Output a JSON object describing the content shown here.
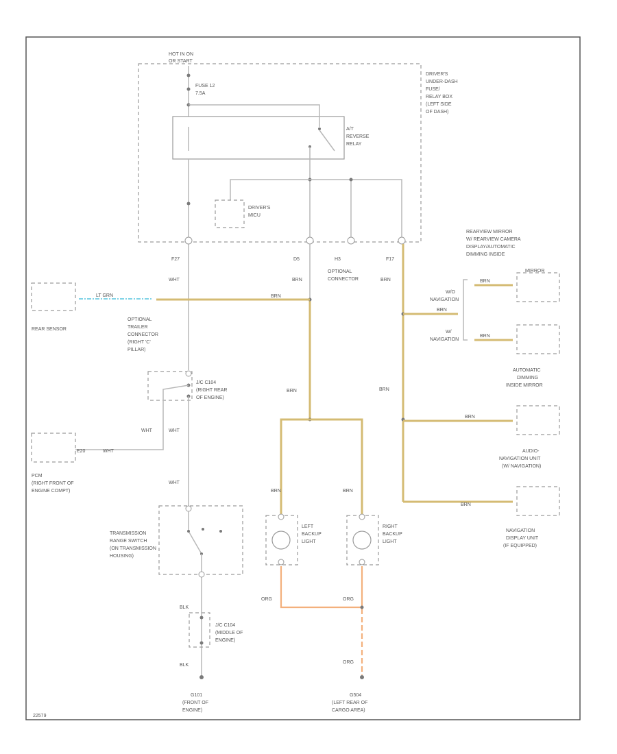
{
  "labels": {
    "hot_in": "HOT IN ON",
    "or_start": "OR START",
    "fuse": "FUSE 12",
    "fuse_amp": "7.5A",
    "underdash_fuse": [
      "DRIVER'S",
      "UNDER-DASH",
      "FUSE/",
      "RELAY BOX",
      "(LEFT SIDE",
      "OF DASH)"
    ],
    "relay": [
      "A/T",
      "REVERSE",
      "RELAY"
    ],
    "mcu": [
      "DRIVER'S",
      "MICU"
    ],
    "pin_f27": "F27",
    "pin_d5": "D5",
    "pin_h3": "H3",
    "pin_f17": "F17",
    "optional_connector": [
      "OPTIONAL",
      "CONNECTOR"
    ],
    "rear_sensor": "REAR SENSOR",
    "trailer": [
      "OPTIONAL",
      "TRAILER",
      "CONNECTOR",
      "(RIGHT 'C'",
      "PILLAR)"
    ],
    "jc_c104_right": [
      "J/C C104",
      "(RIGHT REAR",
      "OF ENGINE)"
    ],
    "pcm": [
      "PCM",
      "(RIGHT FRONT OF",
      "ENGINE COMPT)"
    ],
    "trs": [
      "TRANSMISSION",
      "RANGE SWITCH",
      "(ON TRANSMISSION",
      "HOUSING)"
    ],
    "jc_c104_mid": [
      "J/C C104",
      "(MIDDLE OF",
      "ENGINE)"
    ],
    "g101": [
      "G101",
      "(FRONT OF",
      "ENGINE)"
    ],
    "g504": [
      "G504",
      "(LEFT REAR OF",
      "CARGO AREA)"
    ],
    "left_backup": [
      "LEFT",
      "BACKUP",
      "LIGHT"
    ],
    "right_backup": [
      "RIGHT",
      "BACKUP",
      "LIGHT"
    ],
    "rearview_mirror": [
      "REARVIEW MIRROR",
      "W/ REARVIEW CAMERA",
      "DISPLAY/AUTOMATIC",
      "DIMMING INSIDE",
      "MIRROR"
    ],
    "wo_nav": [
      "W/O",
      "NAVIGATION"
    ],
    "w_nav": [
      "W/",
      "NAVIGATION"
    ],
    "auto_dim": [
      "AUTOMATIC",
      "DIMMING",
      "INSIDE MIRROR"
    ],
    "audio_nav": [
      "AUDIO-",
      "NAVIGATION UNIT",
      "(W/ NAVIGATION)"
    ],
    "nav_display": [
      "NAVIGATION",
      "DISPLAY UNIT",
      "(IF EQUIPPED)"
    ],
    "wht": "WHT",
    "brn": "BRN",
    "blk": "BLK",
    "org": "ORG",
    "ltgrn": "LT GRN",
    "e20": "E20",
    "footer": "22579"
  },
  "colors": {
    "frame": "#555555",
    "brn_wire": "#d4bb73",
    "org_wire": "#f3b07c",
    "ltgrn_wire": "#7fd3e6",
    "wht_wire": "#b8b8b8"
  }
}
